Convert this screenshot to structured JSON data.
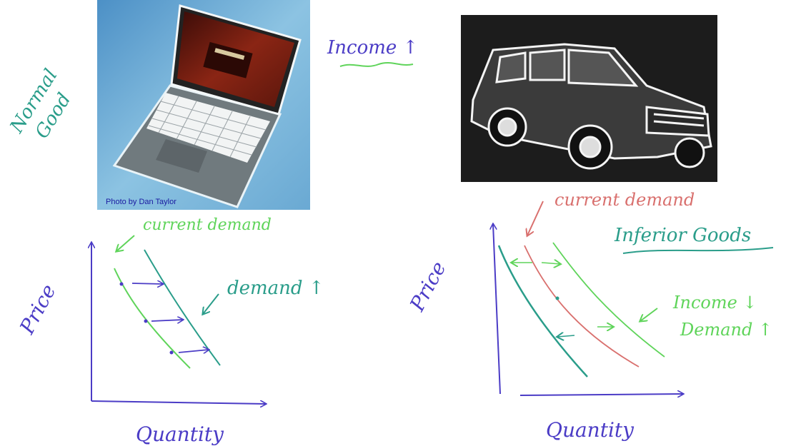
{
  "colors": {
    "blue": "#4b3cc6",
    "teal": "#2a9d8a",
    "green": "#5fd45a",
    "red": "#d9706e",
    "photo_bg": "#7fb8dc",
    "car_bg": "#1c1c1c"
  },
  "photos": {
    "laptop": {
      "icon": "laptop-icon",
      "credit": "Photo by Dan Taylor"
    },
    "car": {
      "icon": "car-icon"
    }
  },
  "annotations": {
    "income_up": "Income ↑",
    "normal_good_line1": "Normal",
    "normal_good_line2": "Good",
    "inferior_goods": "Inferior Goods",
    "left_current_demand": "current demand",
    "left_demand_up": "demand ↑",
    "right_current_demand": "current demand",
    "income_down": "Income ↓",
    "demand_up": "Demand ↑"
  },
  "chart_data": [
    {
      "type": "line",
      "title": "",
      "xlabel": "Quantity",
      "ylabel": "Price",
      "series": [
        {
          "name": "current demand",
          "color": "#5fd45a"
        },
        {
          "name": "demand ↑",
          "color": "#2a9d8a"
        }
      ],
      "shift": "right"
    },
    {
      "type": "line",
      "title": "",
      "xlabel": "Quantity",
      "ylabel": "Price",
      "series": [
        {
          "name": "current demand",
          "color": "#d9706e"
        },
        {
          "name": "",
          "color": "#5fd45a"
        },
        {
          "name": "",
          "color": "#2a9d8a"
        }
      ],
      "shift": "left and right"
    }
  ]
}
